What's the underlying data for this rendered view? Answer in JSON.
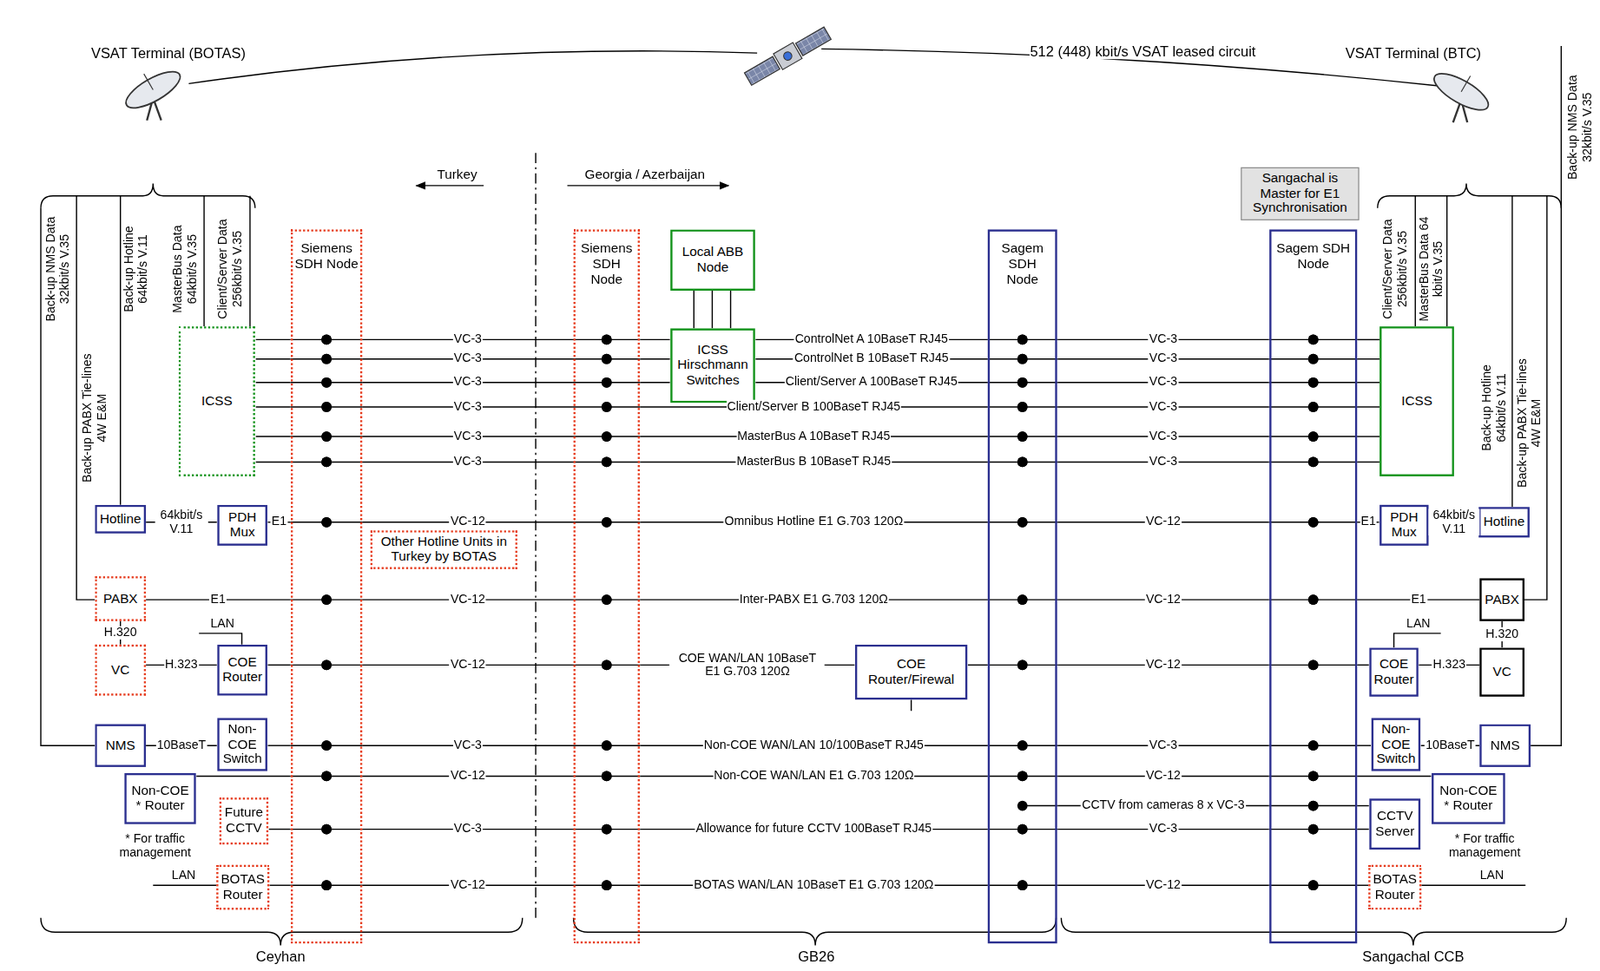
{
  "diagram": {
    "nodes": [
      {
        "text": [
          "Siemens SDH Node"
        ]
      },
      {
        "text": [
          "Siemens SDH Node"
        ]
      },
      {
        "text": [
          "Local ABB Node"
        ]
      },
      {
        "text": [
          "ICSS Hirschmann Switches"
        ]
      },
      {
        "text": [
          "Sagem SDH Node"
        ]
      },
      {
        "text": [
          "Sagem SDH Node"
        ]
      },
      {
        "text": [
          "ICSS"
        ]
      },
      {
        "text": [
          "ICSS"
        ]
      },
      {
        "text": [
          "Hotline"
        ]
      },
      {
        "text": [
          "PDH Mux"
        ]
      },
      {
        "text": [
          "Other Hotline Units in Turkey by BOTAS"
        ]
      },
      {
        "text": [
          "PDH Mux"
        ]
      },
      {
        "text": [
          "Hotline"
        ]
      },
      {
        "text": [
          "PABX"
        ]
      },
      {
        "text": [
          "PABX"
        ]
      },
      {
        "text": [
          "VC"
        ]
      },
      {
        "text": [
          "COE Router"
        ]
      },
      {
        "text": [
          "COE Router/Firewal"
        ]
      },
      {
        "text": [
          "COE Router"
        ]
      },
      {
        "text": [
          "VC"
        ]
      },
      {
        "text": [
          "NMS"
        ]
      },
      {
        "text": [
          "Non-COE Switch"
        ]
      },
      {
        "text": [
          "Non-COE * Router"
        ]
      },
      {
        "text": [
          "Future CCTV"
        ]
      },
      {
        "text": [
          "BOTAS Router"
        ]
      },
      {
        "text": [
          "Non-COE Switch"
        ]
      },
      {
        "text": [
          "NMS"
        ]
      },
      {
        "text": [
          "Non-COE * Router"
        ]
      },
      {
        "text": [
          "CCTV Server"
        ]
      },
      {
        "text": [
          "BOTAS Router"
        ]
      },
      {
        "text": [
          "Sangachal is Master for E1 Synchronisation"
        ]
      }
    ],
    "edges": [
      {
        "from": 6,
        "to": 0,
        "arrow": "none"
      },
      {
        "from": 0,
        "to": 1,
        "label": "VC-3",
        "arrow": "none"
      },
      {
        "from": 1,
        "to": 3,
        "arrow": "none"
      },
      {
        "from": 3,
        "to": 4,
        "label": "ControlNet A 10BaseT RJ45",
        "arrow": "none"
      },
      {
        "from": 4,
        "to": 5,
        "label": "VC-3",
        "arrow": "none"
      },
      {
        "from": 5,
        "to": 7,
        "arrow": "none"
      },
      {
        "from": 6,
        "to": 0,
        "arrow": "none"
      },
      {
        "from": 0,
        "to": 1,
        "label": "VC-3",
        "arrow": "none"
      },
      {
        "from": 1,
        "to": 3,
        "arrow": "none"
      },
      {
        "from": 3,
        "to": 4,
        "label": "ControlNet B 10BaseT RJ45",
        "arrow": "none"
      },
      {
        "from": 4,
        "to": 5,
        "label": "VC-3",
        "arrow": "none"
      },
      {
        "from": 5,
        "to": 7,
        "arrow": "none"
      },
      {
        "from": 6,
        "to": 0,
        "arrow": "none"
      },
      {
        "from": 0,
        "to": 1,
        "label": "VC-3",
        "arrow": "none"
      },
      {
        "from": 1,
        "to": 3,
        "arrow": "none"
      },
      {
        "from": 3,
        "to": 4,
        "label": "Client/Server A 100BaseT RJ45",
        "arrow": "none"
      },
      {
        "from": 4,
        "to": 5,
        "label": "VC-3",
        "arrow": "none"
      },
      {
        "from": 5,
        "to": 7,
        "arrow": "none"
      },
      {
        "from": 6,
        "to": 0,
        "arrow": "none"
      },
      {
        "from": 0,
        "to": 1,
        "label": "VC-3",
        "arrow": "none"
      },
      {
        "from": 1,
        "to": 4,
        "label": "Client/Server B 100BaseT RJ45",
        "arrow": "none"
      },
      {
        "from": 4,
        "to": 5,
        "label": "VC-3",
        "arrow": "none"
      },
      {
        "from": 5,
        "to": 7,
        "arrow": "none"
      },
      {
        "from": 6,
        "to": 0,
        "arrow": "none"
      },
      {
        "from": 0,
        "to": 1,
        "label": "VC-3",
        "arrow": "none"
      },
      {
        "from": 1,
        "to": 4,
        "label": "MasterBus A 10BaseT RJ45",
        "arrow": "none"
      },
      {
        "from": 4,
        "to": 5,
        "label": "VC-3",
        "arrow": "none"
      },
      {
        "from": 5,
        "to": 7,
        "arrow": "none"
      },
      {
        "from": 6,
        "to": 0,
        "arrow": "none"
      },
      {
        "from": 0,
        "to": 1,
        "label": "VC-3",
        "arrow": "none"
      },
      {
        "from": 1,
        "to": 4,
        "label": "MasterBus B 10BaseT RJ45",
        "arrow": "none"
      },
      {
        "from": 4,
        "to": 5,
        "label": "VC-3",
        "arrow": "none"
      },
      {
        "from": 5,
        "to": 7,
        "arrow": "none"
      },
      {
        "from": 8,
        "to": 9,
        "label": "64kbit/s V.11",
        "arrow": "none"
      },
      {
        "from": 9,
        "to": 0,
        "label": "E1",
        "arrow": "none"
      },
      {
        "from": 0,
        "to": 1,
        "label": "VC-12",
        "arrow": "none"
      },
      {
        "from": 1,
        "to": 4,
        "label": "Omnibus Hotline E1 G.703 120Ω",
        "arrow": "none"
      },
      {
        "from": 4,
        "to": 5,
        "label": "VC-12",
        "arrow": "none"
      },
      {
        "from": 5,
        "to": 11,
        "label": "E1",
        "arrow": "none"
      },
      {
        "from": 11,
        "to": 12,
        "label": "64kbit/s V.11",
        "arrow": "none"
      },
      {
        "from": 13,
        "to": 0,
        "label": "E1",
        "arrow": "none"
      },
      {
        "from": 0,
        "to": 1,
        "label": "VC-12",
        "arrow": "none"
      },
      {
        "from": 1,
        "to": 4,
        "label": "Inter-PABX E1 G.703 120Ω",
        "arrow": "none"
      },
      {
        "from": 4,
        "to": 5,
        "label": "VC-12",
        "arrow": "none"
      },
      {
        "from": 5,
        "to": 14,
        "label": "E1",
        "arrow": "none"
      },
      {
        "from": 15,
        "to": 16,
        "label": "H.323",
        "arrow": "none"
      },
      {
        "from": 16,
        "to": 0,
        "arrow": "none"
      },
      {
        "from": 0,
        "to": 1,
        "label": "VC-12",
        "arrow": "none"
      },
      {
        "from": 1,
        "to": 17,
        "label": "COE WAN/LAN 10BaseT E1 G.703 120Ω",
        "arrow": "none"
      },
      {
        "from": 17,
        "to": 4,
        "arrow": "none"
      },
      {
        "from": 4,
        "to": 5,
        "label": "VC-12",
        "arrow": "none"
      },
      {
        "from": 5,
        "to": 18,
        "arrow": "none"
      },
      {
        "from": 18,
        "to": 19,
        "label": "H.323",
        "arrow": "none"
      },
      {
        "from": 13,
        "to": 15,
        "label": "H.320",
        "arrow": "none"
      },
      {
        "from": 14,
        "to": 19,
        "label": "H.320",
        "arrow": "none"
      },
      {
        "from": 20,
        "to": 21,
        "label": "10BaseT",
        "arrow": "none"
      },
      {
        "from": 21,
        "to": 0,
        "arrow": "none"
      },
      {
        "from": 0,
        "to": 1,
        "label": "VC-3",
        "arrow": "none"
      },
      {
        "from": 1,
        "to": 4,
        "label": "Non-COE WAN/LAN 10/100BaseT RJ45",
        "arrow": "none"
      },
      {
        "from": 4,
        "to": 5,
        "label": "VC-3",
        "arrow": "none"
      },
      {
        "from": 5,
        "to": 25,
        "arrow": "none"
      },
      {
        "from": 25,
        "to": 26,
        "label": "10BaseT",
        "arrow": "none"
      },
      {
        "from": 22,
        "to": 0,
        "arrow": "none"
      },
      {
        "from": 0,
        "to": 1,
        "label": "VC-12",
        "arrow": "none"
      },
      {
        "from": 1,
        "to": 4,
        "label": "Non-COE WAN/LAN E1 G.703 120Ω",
        "arrow": "none"
      },
      {
        "from": 4,
        "to": 5,
        "label": "VC-12",
        "arrow": "none"
      },
      {
        "from": 5,
        "to": 27,
        "arrow": "none"
      },
      {
        "from": 4,
        "to": 5,
        "label": "CCTV from cameras 8 x VC-3",
        "arrow": "none"
      },
      {
        "from": 5,
        "to": 28,
        "arrow": "none"
      },
      {
        "from": 23,
        "to": 0,
        "arrow": "none"
      },
      {
        "from": 0,
        "to": 1,
        "label": "VC-3",
        "arrow": "none"
      },
      {
        "from": 1,
        "to": 4,
        "label": "Allowance for future CCTV 100BaseT RJ45",
        "arrow": "none"
      },
      {
        "from": 4,
        "to": 5,
        "label": "VC-3",
        "arrow": "none"
      },
      {
        "from": 5,
        "to": 28,
        "arrow": "none"
      },
      {
        "from": 24,
        "to": 0,
        "arrow": "none"
      },
      {
        "from": 0,
        "to": 1,
        "label": "VC-12",
        "arrow": "none"
      },
      {
        "from": 1,
        "to": 4,
        "label": "BOTAS WAN/LAN 10BaseT E1 G.703 120Ω",
        "arrow": "none"
      },
      {
        "from": 4,
        "to": 5,
        "label": "VC-12",
        "arrow": "none"
      },
      {
        "from": 5,
        "to": 29,
        "arrow": "none"
      },
      {
        "from": 2,
        "to": 3,
        "arrow": "none"
      },
      {
        "from": 2,
        "to": 3,
        "arrow": "none"
      },
      {
        "from": 2,
        "to": 3,
        "arrow": "none"
      }
    ],
    "labels": [
      "VSAT Terminal (BOTAS)",
      "VSAT Terminal (BTC)",
      "512 (448) kbit/s VSAT leased circuit",
      "Turkey",
      "Georgia / Azerbaijan",
      "Back-up NMS Data 32kbit/s V.35",
      "Back-up PABX Tie-lines 4W E&M",
      "Back-up Hotline 64kbit/s V.11",
      "MasterBus Data 64kbit/s V.35",
      "Client/Server Data 256kbit/s V.35",
      "Client/Server Data 256kbit/s V.35",
      "MasterBus Data 64 kbit/s V.35",
      "Back-up Hotline 64kbit/s V.11",
      "Back-up PABX Tie-lines 4W E&M",
      "Back-up NMS Data 32kbit/s V.35",
      "LAN",
      "LAN",
      "* For traffic management",
      "* For traffic management",
      "LAN",
      "LAN",
      "Ceyhan",
      "GB26",
      "Sangachal CCB"
    ]
  }
}
